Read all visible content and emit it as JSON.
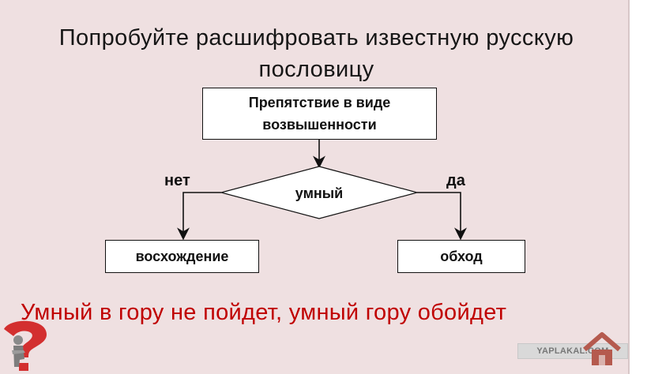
{
  "slide": {
    "title": "Попробуйте расшифровать известную русскую пословицу",
    "answer": "Умный в гору не пойдет, умный гору обойдет"
  },
  "diagram": {
    "nodes": {
      "top": "Препятствие в виде возвышенности",
      "decision": "умный",
      "left": "восхождение",
      "right": "обход"
    },
    "edges": {
      "no": "нет",
      "yes": "да"
    }
  },
  "watermark": {
    "text": "YAPLAKAL.COM"
  },
  "colors": {
    "background": "#efe0e1",
    "answer_text": "#c00000",
    "box_fill": "#ffffff",
    "line": "#111111"
  },
  "icons": {
    "corner": "question-mark-person-icon",
    "watermark_house": "house-icon"
  }
}
